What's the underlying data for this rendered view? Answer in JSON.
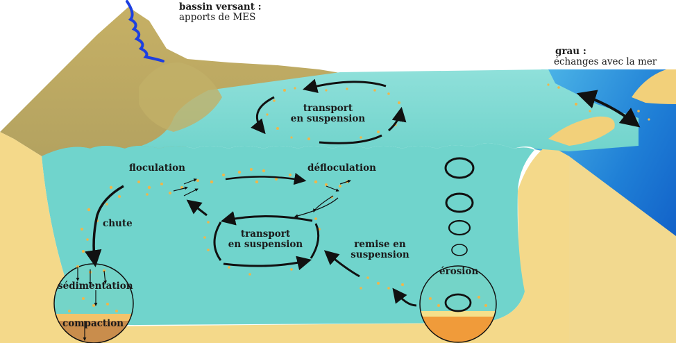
{
  "labels": {
    "bassin_title": "bassin versant :",
    "bassin_sub": "apports de MES",
    "grau_title": "grau :",
    "grau_sub": "échanges avec la mer",
    "transport_top_l1": "transport",
    "transport_top_l2": "en suspension",
    "floculation": "floculation",
    "defloculation": "défloculation",
    "chute": "chute",
    "transport_mid_l1": "transport",
    "transport_mid_l2": "en suspension",
    "remise_l1": "remise en",
    "remise_l2": "suspension",
    "erosion": "érosion",
    "sedimentation": "sédimentation",
    "compaction": "compaction"
  },
  "colors": {
    "water": "#72d6d0",
    "sea": "#1f7fd6",
    "sand": "#f5d98c",
    "hill": "#c8b46a",
    "sediment_orange": "#f2a23a",
    "sediment_brown": "#c58a4a",
    "river": "#1d3fe0",
    "arrow": "#111111",
    "particles": "#f0b64a"
  }
}
